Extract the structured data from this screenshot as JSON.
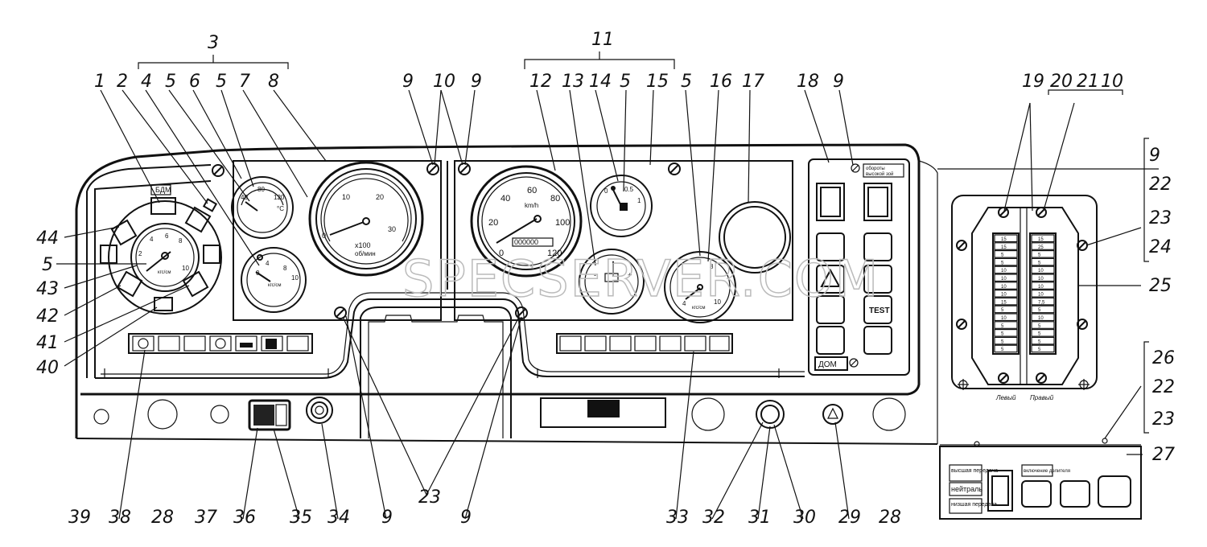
{
  "callouts": {
    "top": [
      {
        "id": "c3",
        "text": "3"
      },
      {
        "id": "c1",
        "text": "1"
      },
      {
        "id": "c2",
        "text": "2"
      },
      {
        "id": "c4",
        "text": "4"
      },
      {
        "id": "c5a",
        "text": "5"
      },
      {
        "id": "c6",
        "text": "6"
      },
      {
        "id": "c5b",
        "text": "5"
      },
      {
        "id": "c7",
        "text": "7"
      },
      {
        "id": "c8",
        "text": "8"
      },
      {
        "id": "c9a",
        "text": "9"
      },
      {
        "id": "c10a",
        "text": "10"
      },
      {
        "id": "c9b",
        "text": "9"
      },
      {
        "id": "c11",
        "text": "11"
      },
      {
        "id": "c12",
        "text": "12"
      },
      {
        "id": "c13",
        "text": "13"
      },
      {
        "id": "c14",
        "text": "14"
      },
      {
        "id": "c5c",
        "text": "5"
      },
      {
        "id": "c15",
        "text": "15"
      },
      {
        "id": "c5d",
        "text": "5"
      },
      {
        "id": "c16",
        "text": "16"
      },
      {
        "id": "c17",
        "text": "17"
      },
      {
        "id": "c18",
        "text": "18"
      },
      {
        "id": "c9c",
        "text": "9"
      },
      {
        "id": "c19",
        "text": "19"
      },
      {
        "id": "c20",
        "text": "20"
      },
      {
        "id": "c21",
        "text": "21"
      },
      {
        "id": "c10b",
        "text": "10"
      }
    ],
    "left": [
      {
        "id": "c44",
        "text": "44"
      },
      {
        "id": "c5e",
        "text": "5"
      },
      {
        "id": "c43",
        "text": "43"
      },
      {
        "id": "c42",
        "text": "42"
      },
      {
        "id": "c41",
        "text": "41"
      },
      {
        "id": "c40",
        "text": "40"
      }
    ],
    "right": [
      {
        "id": "c9d",
        "text": "9"
      },
      {
        "id": "c22a",
        "text": "22"
      },
      {
        "id": "c23a",
        "text": "23"
      },
      {
        "id": "c24",
        "text": "24"
      },
      {
        "id": "c25",
        "text": "25"
      },
      {
        "id": "c26",
        "text": "26"
      },
      {
        "id": "c22b",
        "text": "22"
      },
      {
        "id": "c23b",
        "text": "23"
      },
      {
        "id": "c27",
        "text": "27"
      }
    ],
    "bottom": [
      {
        "id": "c39",
        "text": "39"
      },
      {
        "id": "c38",
        "text": "38"
      },
      {
        "id": "c28a",
        "text": "28"
      },
      {
        "id": "c37",
        "text": "37"
      },
      {
        "id": "c36",
        "text": "36"
      },
      {
        "id": "c35",
        "text": "35"
      },
      {
        "id": "c34",
        "text": "34"
      },
      {
        "id": "c9e",
        "text": "9"
      },
      {
        "id": "c23c",
        "text": "23"
      },
      {
        "id": "c9f",
        "text": "9"
      },
      {
        "id": "c33",
        "text": "33"
      },
      {
        "id": "c32",
        "text": "32"
      },
      {
        "id": "c31",
        "text": "31"
      },
      {
        "id": "c30",
        "text": "30"
      },
      {
        "id": "c29",
        "text": "29"
      },
      {
        "id": "c28b",
        "text": "28"
      }
    ]
  },
  "gauges": {
    "tacho": {
      "scale": [
        "0",
        "10",
        "20",
        "30"
      ],
      "unit1": "x100",
      "unit2": "об/мин"
    },
    "speedo": {
      "scale": [
        "0",
        "20",
        "40",
        "60",
        "80",
        "100",
        "120"
      ],
      "unit": "km/h",
      "odometer": "000000"
    },
    "left_top": {
      "scale": [
        "40",
        "80",
        "120"
      ],
      "unit": "°С"
    },
    "left_bottom": {
      "scale": [
        "0",
        "4",
        "8",
        "10"
      ],
      "unit": "кгс/см"
    },
    "right_top": {
      "scale": [
        "0",
        "0.5",
        "1"
      ]
    },
    "right_bottom": {
      "scale": [
        "-",
        "+"
      ]
    },
    "pressure_large": {
      "scale": [
        "2",
        "4",
        "6",
        "8",
        "10"
      ],
      "unit": "кгс/см"
    },
    "pressure_small": {
      "scale": [
        "4",
        "8",
        "10"
      ],
      "unit": "кгс/см"
    }
  },
  "panel_labels": {
    "bdm": "БДМ",
    "oborot": "обороты",
    "oborot2": "высокой зой",
    "dom": "ДОМ",
    "test": "TEST",
    "left_fuse": "Левый",
    "right_fuse": "Правый"
  },
  "fuse_values": {
    "left": [
      "15",
      "15",
      "5",
      "5",
      "10",
      "10",
      "10",
      "10",
      "15",
      "5",
      "10",
      "5",
      "5",
      "5",
      "5"
    ],
    "right": [
      "15",
      "25",
      "5",
      "5",
      "10",
      "10",
      "10",
      "10",
      "7,5",
      "5",
      "10",
      "5",
      "5",
      "5",
      "5"
    ]
  },
  "gear_panel": {
    "upper": "высшая передача",
    "neutral": "нейтраль",
    "lower": "низшая передача",
    "diff": "включение делителя"
  },
  "watermark": "SPECSERVER.COM"
}
